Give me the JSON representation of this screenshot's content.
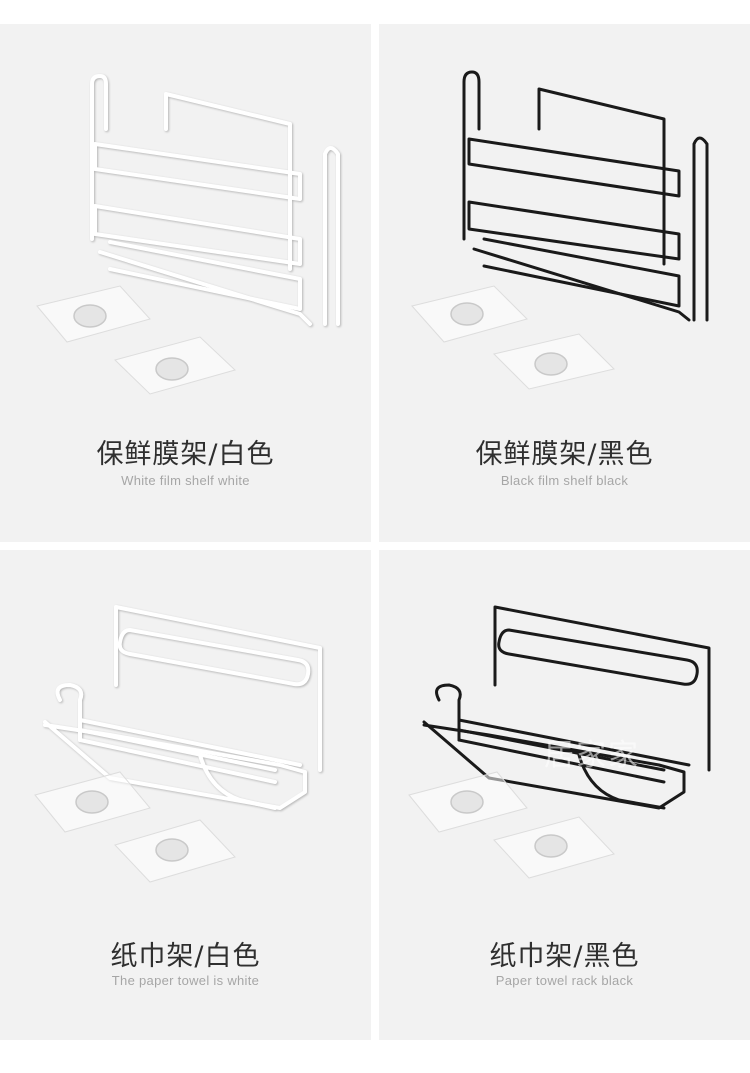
{
  "products": [
    {
      "title": "保鲜膜架/白色",
      "subtitle": "White film shelf white",
      "color": "#ffffff",
      "kind": "film-shelf"
    },
    {
      "title": "保鲜膜架/黑色",
      "subtitle": "Black film shelf black",
      "color": "#1a1a1a",
      "kind": "film-shelf"
    },
    {
      "title": "纸巾架/白色",
      "subtitle": "The paper towel is white",
      "color": "#ffffff",
      "kind": "towel-rack"
    },
    {
      "title": "纸巾架/黑色",
      "subtitle": "Paper towel rack black",
      "color": "#1a1a1a",
      "kind": "towel-rack"
    }
  ],
  "watermark": "居家家"
}
